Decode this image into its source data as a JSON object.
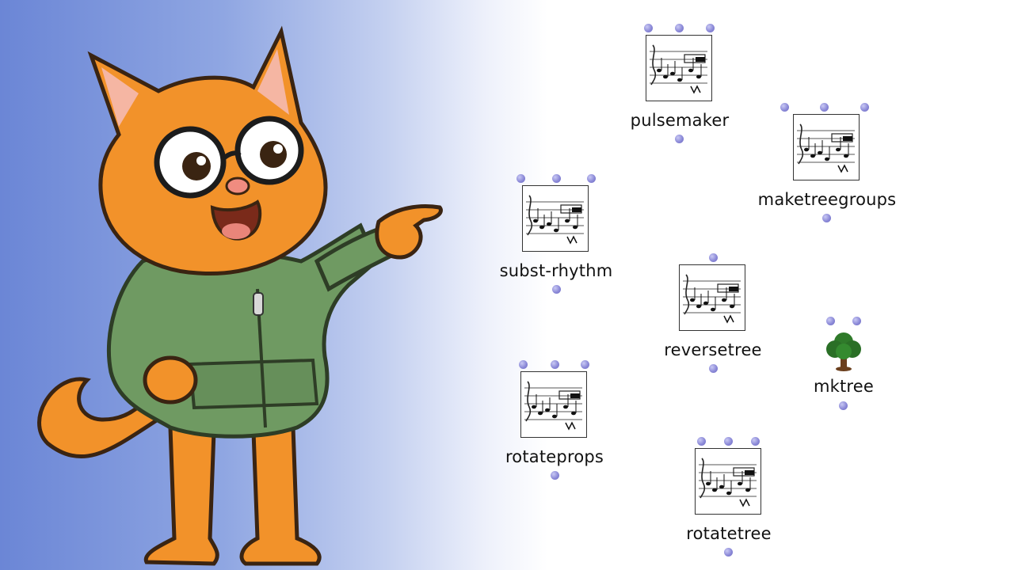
{
  "patch": {
    "boxes": [
      {
        "label": "pulsemaker",
        "icon": "score-icon"
      },
      {
        "label": "maketreegroups",
        "icon": "score-icon"
      },
      {
        "label": "subst-rhythm",
        "icon": "score-icon"
      },
      {
        "label": "reversetree",
        "icon": "score-icon"
      },
      {
        "label": "mktree",
        "icon": "tree-icon"
      },
      {
        "label": "rotateprops",
        "icon": "score-icon"
      },
      {
        "label": "rotatetree",
        "icon": "score-icon"
      }
    ]
  },
  "colors": {
    "connector": "#8c8ad8",
    "background_left": "#6b86d6",
    "background_right": "#ffffff"
  }
}
